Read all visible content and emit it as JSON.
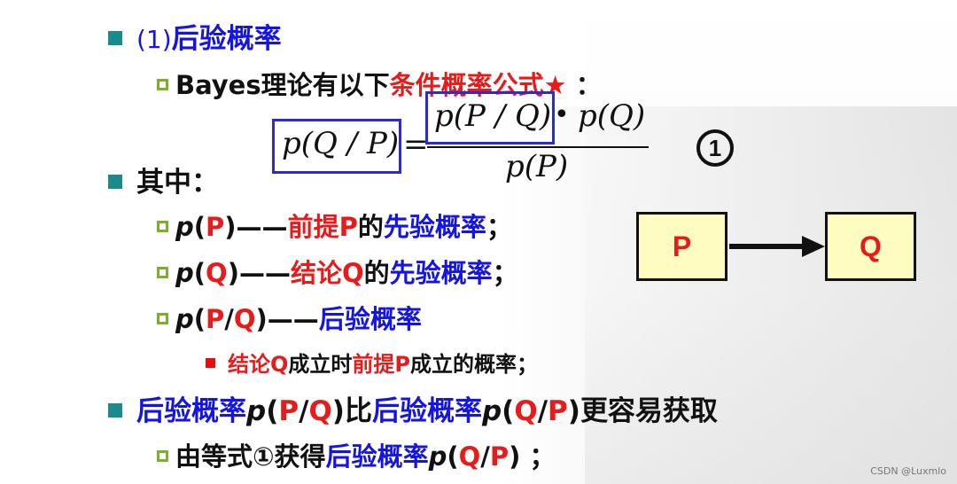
{
  "s1": {
    "marker": "(1)",
    "title": "后验概率"
  },
  "s2": {
    "pre": "Bayes理论有以下",
    "red": "条件概率公式★",
    "post": " ："
  },
  "formula": {
    "lhs": "p(Q / P)",
    "eq": "=",
    "num_a": "p(P / Q)",
    "dot": "•",
    "num_b": "p(Q)",
    "den": "p(P)",
    "mark": "1"
  },
  "s3": {
    "label": "其中："
  },
  "s4": {
    "p": "p",
    "open": "(",
    "P": "P",
    "close": ")——",
    "red": "前提P",
    "mid": "的",
    "blue": "先验概率",
    "end": "；"
  },
  "s5": {
    "p": "p",
    "open": "(",
    "Q": "Q",
    "close": ")——",
    "red": "结论Q",
    "mid": "的",
    "blue": "先验概率",
    "end": "；"
  },
  "s6": {
    "p": "p",
    "open": "(",
    "P": "P",
    "slash": "/",
    "Q": "Q",
    "close": ")——",
    "blue": "后验概率"
  },
  "s7": {
    "red1": "结论Q",
    "t1": "成立时",
    "red2": "前提P",
    "t2": "成立的概率；"
  },
  "s8": {
    "blue1": "后验概率",
    "p1": "p",
    "o1": "(",
    "P1": "P",
    "sl1": "/",
    "Q1": "Q",
    "c1": ")",
    "mid": "比",
    "blue2": "后验概率",
    "p2": "p",
    "o2": "(",
    "Q2": "Q",
    "sl2": "/",
    "P2": "P",
    "c2": ")",
    "end": "更容易获取"
  },
  "s9": {
    "pre": "由等式①获得",
    "blue": "后验概率",
    "p": "p",
    "o": "(",
    "Q": "Q",
    "sl": "/",
    "P": "P",
    "c": ")",
    "end": " ；"
  },
  "diagram": {
    "from": "P",
    "to": "Q"
  },
  "watermark": "CSDN @Luxmlo"
}
